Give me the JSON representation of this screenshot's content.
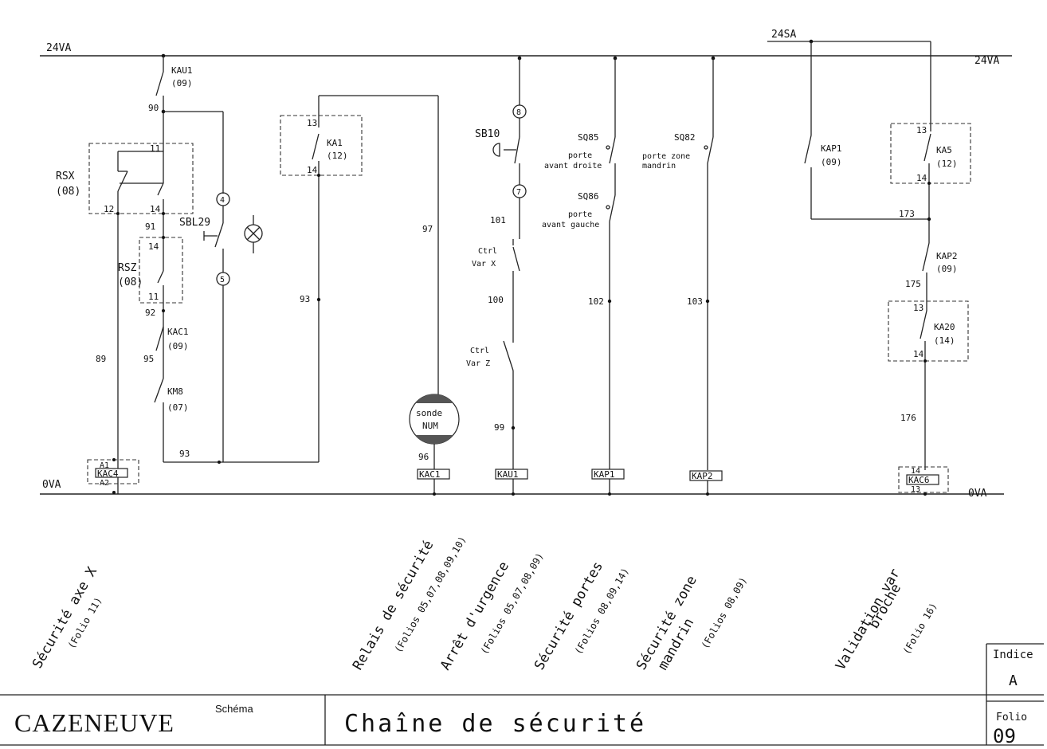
{
  "rails": {
    "top_left": "24VA",
    "top_right": "24VA",
    "top_secondary": "24SA",
    "bottom_left": "0VA",
    "bottom_right": "0VA"
  },
  "col1": {
    "kau1": "KAU1",
    "kau1_folio": "(09)",
    "n90": "90",
    "n11": "11",
    "rsx": "RSX",
    "rsx_folio": "(08)",
    "n12": "12",
    "n14": "14",
    "n91": "91",
    "rsz": "RSZ",
    "rsz_folio": "(08)",
    "rsz14": "14",
    "rsz11": "11",
    "n92": "92",
    "kac1": "KAC1",
    "kac1_folio": "(09)",
    "n95": "95",
    "n89": "89",
    "km8": "KM8",
    "km8_folio": "(07)",
    "n93": "93",
    "sbl29": "SBL29",
    "c4": "4",
    "c5": "5",
    "coil_a1": "A1",
    "coil": "KAC4",
    "coil_a2": "A2",
    "bottom_main": "Sécurité axe X",
    "bottom_sub": "(Folio 11)"
  },
  "col2": {
    "n13": "13",
    "ka1": "KA1",
    "ka1_folio": "(12)",
    "n14": "14",
    "n93": "93"
  },
  "col3": {
    "n97": "97",
    "sonde1": "sonde",
    "sonde2": "NUM",
    "n96": "96",
    "coil": "KAC1",
    "bottom_main": "Relais de sécurité",
    "bottom_sub": "(Folios 05,07,08,09,10)"
  },
  "col4": {
    "c8": "8",
    "sb10": "SB10",
    "c7": "7",
    "n101": "101",
    "ctrl_x1": "Ctrl",
    "ctrl_x2": "Var X",
    "n100": "100",
    "ctrl_z1": "Ctrl",
    "ctrl_z2": "Var Z",
    "n99": "99",
    "coil": "KAU1",
    "bottom_main": "Arrêt d'urgence",
    "bottom_sub": "(Folios 05,07,08,09)"
  },
  "col5": {
    "sq85": "SQ85",
    "sq85_d1": "porte",
    "sq85_d2": "avant droite",
    "sq86": "SQ86",
    "sq86_d1": "porte",
    "sq86_d2": "avant gauche",
    "n102": "102",
    "coil": "KAP1",
    "bottom_main": "Sécurité portes",
    "bottom_sub": "(Folios 08,09,14)"
  },
  "col6": {
    "sq82": "SQ82",
    "sq82_d1": "porte zone",
    "sq82_d2": "mandrin",
    "n103": "103",
    "coil": "KAP2",
    "bottom_main1": "Sécurité zone",
    "bottom_main2": "mandrin",
    "bottom_sub": "(Folios 08,09)"
  },
  "col7": {
    "kap1": "KAP1",
    "kap1_folio": "(09)",
    "n13a": "13",
    "ka5": "KA5",
    "ka5_folio": "(12)",
    "n14a": "14",
    "n173": "173",
    "kap2": "KAP2",
    "kap2_folio": "(09)",
    "n175": "175",
    "n13b": "13",
    "ka20": "KA20",
    "ka20_folio": "(14)",
    "n14b": "14",
    "n176": "176",
    "coil_14": "14",
    "coil": "KAC6",
    "coil_13": "13",
    "bottom_main1": "Validation var",
    "bottom_main2": "broche",
    "bottom_sub": "(Folio 16)"
  },
  "title_block": {
    "company": "CAZENEUVE",
    "schema_label": "Schéma",
    "title": "Chaîne de sécurité",
    "indice_label": "Indice",
    "indice_value": "A",
    "folio_label": "Folio",
    "folio_value": "09"
  }
}
